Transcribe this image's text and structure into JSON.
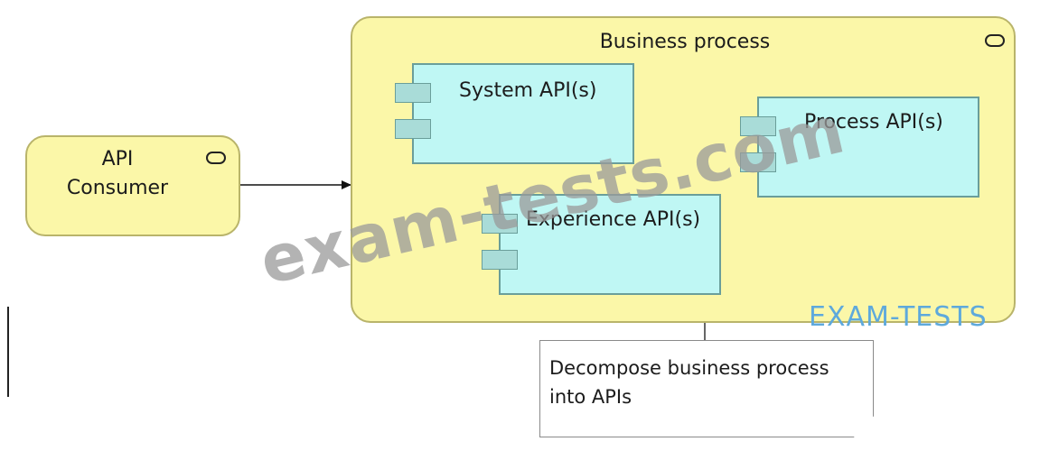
{
  "diagram": {
    "api_consumer": {
      "label_line1": "API",
      "label_line2": "Consumer",
      "icon": "business-service-icon"
    },
    "business_process": {
      "label": "Business process",
      "icon": "business-service-icon"
    },
    "components": {
      "system_api": "System API(s)",
      "process_api": "Process API(s)",
      "experience_api": "Experience API(s)"
    },
    "note": {
      "line1": "Decompose business process",
      "line2": "into APIs"
    }
  },
  "watermarks": {
    "center": "exam-tests.com",
    "brand": "EXAM-TESTS"
  },
  "colors": {
    "service_fill": "#fbf7a8",
    "component_fill": "#bff7f4",
    "watermark": "#9a9a9a",
    "brand": "#5ea9dc"
  }
}
